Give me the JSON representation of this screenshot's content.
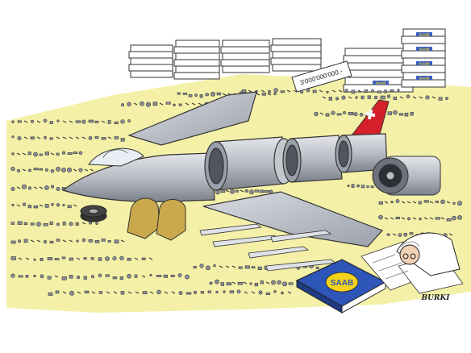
{
  "cartoon": {
    "price_tag": "3'000'000'000.-",
    "manual_brand": "SAAB",
    "box_labels": [
      "SAAB",
      "SAAB",
      "SAAB",
      "SAAB",
      "SAAB"
    ],
    "signature": "BURKI"
  },
  "colors": {
    "paper": "#f4f0a8",
    "metal": "#b9bcc4",
    "metal_dark": "#6d727c",
    "swiss_red": "#d4202a",
    "manual_blue": "#2e56b8",
    "manual_yellow": "#f5d21c",
    "seat_tan": "#c9a94b",
    "box_blue": "#3a5fc0"
  }
}
